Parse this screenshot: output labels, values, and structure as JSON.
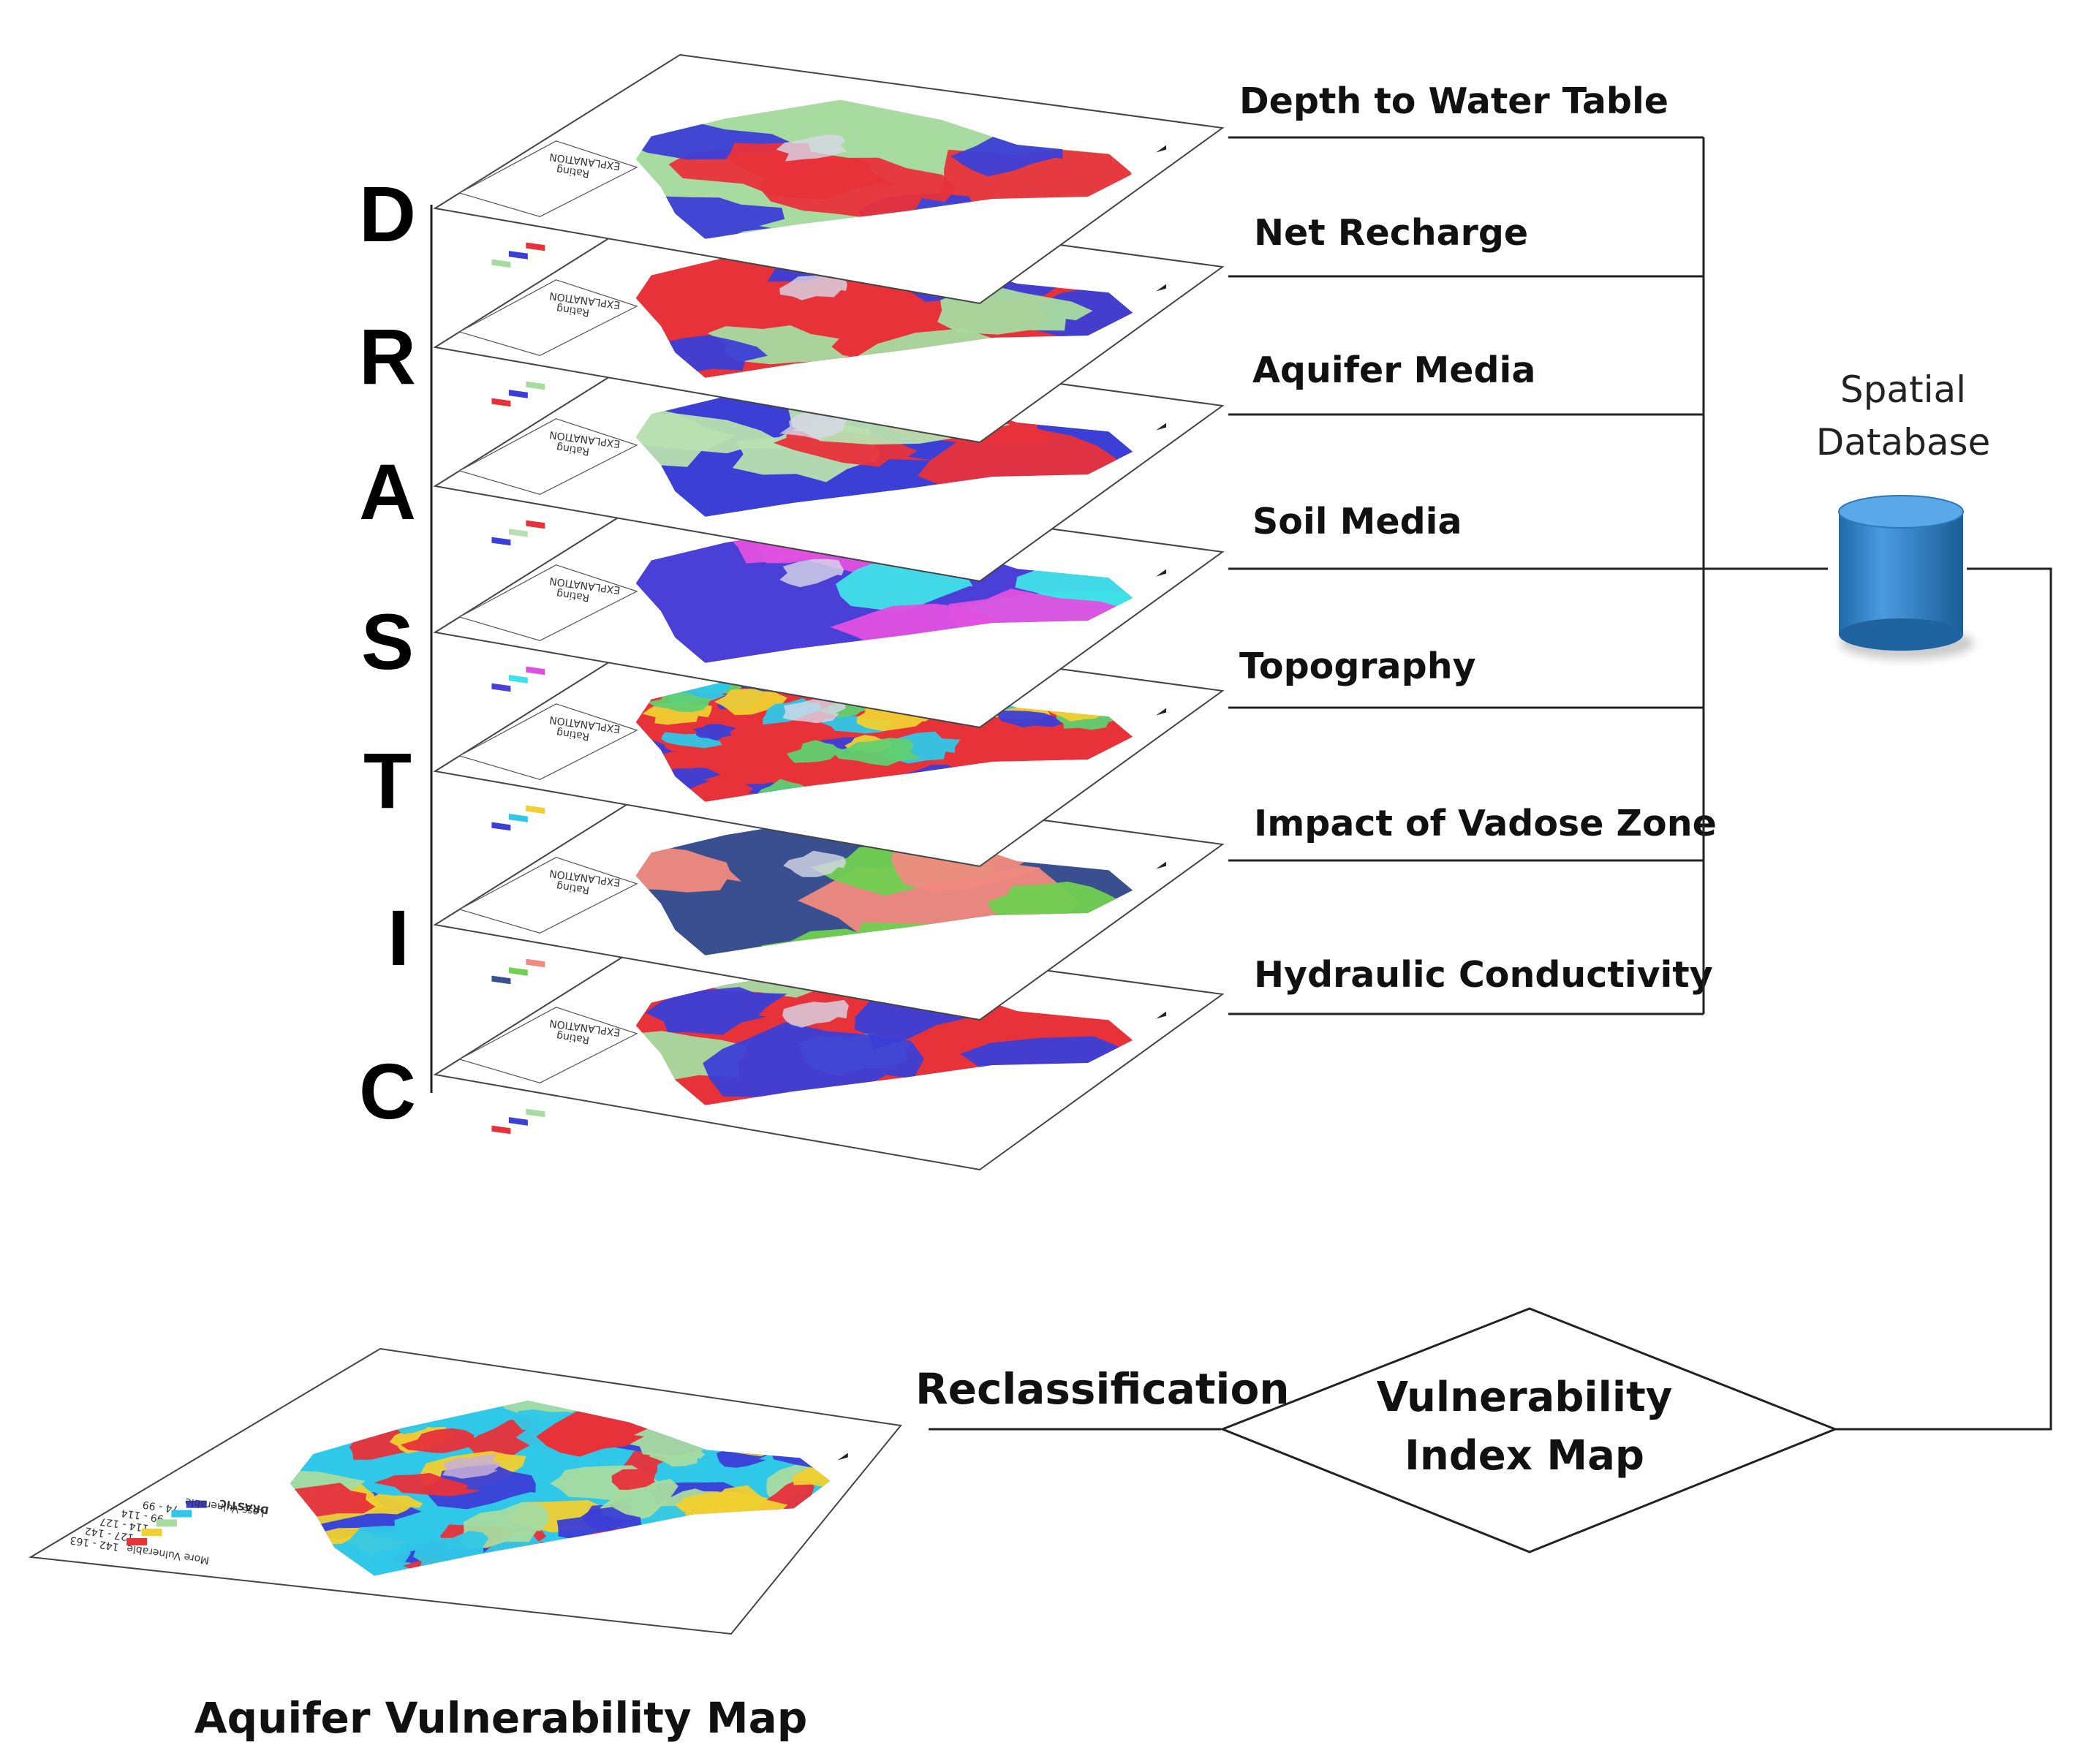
{
  "letters": [
    "D",
    "R",
    "A",
    "S",
    "T",
    "I",
    "C"
  ],
  "layers": [
    {
      "label": "Depth to Water Table",
      "explanation": "EXPLANATION",
      "rating": "Rating",
      "palette": [
        "#a7dba0",
        "#e8323a",
        "#3b3fd6"
      ]
    },
    {
      "label": "Net Recharge",
      "explanation": "EXPLANATION",
      "rating": "Rating",
      "palette": [
        "#e8323a",
        "#a7dba0",
        "#3b3fd6"
      ]
    },
    {
      "label": "Aquifer Media",
      "explanation": "EXPLANATION",
      "rating": "Rating",
      "palette": [
        "#3b3fd6",
        "#e8323a",
        "#b8e0b0"
      ]
    },
    {
      "label": "Soil Media",
      "explanation": "EXPLANATION",
      "rating": "Rating",
      "palette": [
        "#4a3fd6",
        "#e050e0",
        "#40e0e8"
      ]
    },
    {
      "label": "Topography",
      "explanation": "EXPLANATION",
      "rating": "Rating",
      "palette": [
        "#e8323a",
        "#f0d030",
        "#30c8e8",
        "#3b3fd6",
        "#60d070"
      ]
    },
    {
      "label": "Impact of Vadose Zone",
      "explanation": "EXPLANATION",
      "rating": "Rating",
      "palette": [
        "#3a4f8f",
        "#f08a80",
        "#70d050"
      ]
    },
    {
      "label": "Hydraulic Conductivity",
      "explanation": "EXPLANATION",
      "rating": "Rating",
      "palette": [
        "#e8323a",
        "#a7dba0",
        "#3b3fd6"
      ]
    }
  ],
  "spatial_database": {
    "line1": "Spatial",
    "line2": "Database",
    "color": "#2f7fc2"
  },
  "vulnerability_node": {
    "line1": "Vulnerability",
    "line2": "Index Map"
  },
  "reclassification": "Reclassification",
  "output_map": {
    "title": "Aquifer Vulnerability Map",
    "legend_title": "DRASTIC",
    "less": "Less Vulnerable",
    "more": "More Vulnerable",
    "classes": [
      "74 - 99",
      "99 - 114",
      "114 - 127",
      "127 - 142",
      "142 - 163"
    ],
    "palette": [
      "#3b3fd6",
      "#30c8e8",
      "#a7dba0",
      "#f0d030",
      "#e8323a"
    ]
  }
}
